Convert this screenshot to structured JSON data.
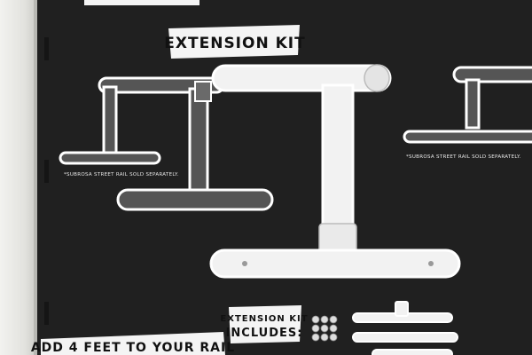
{
  "poster": {
    "title": "EXTENSION KIT",
    "note_left": "*SUBROSA STREET RAIL SOLD SEPARATELY.",
    "note_right": "*SUBROSA STREET RAIL SOLD SEPARATELY.",
    "includes_line1": "EXTENSION KIT",
    "includes_line2": "INCLUDES:",
    "bottom_caption": "ADD 4 FEET TO YOUR RAIL"
  },
  "colors": {
    "panel": "#202020",
    "tube_light": "#f2f2f2",
    "tube_dark": "#5a5a5a",
    "label_bg": "#f4f4f4"
  }
}
